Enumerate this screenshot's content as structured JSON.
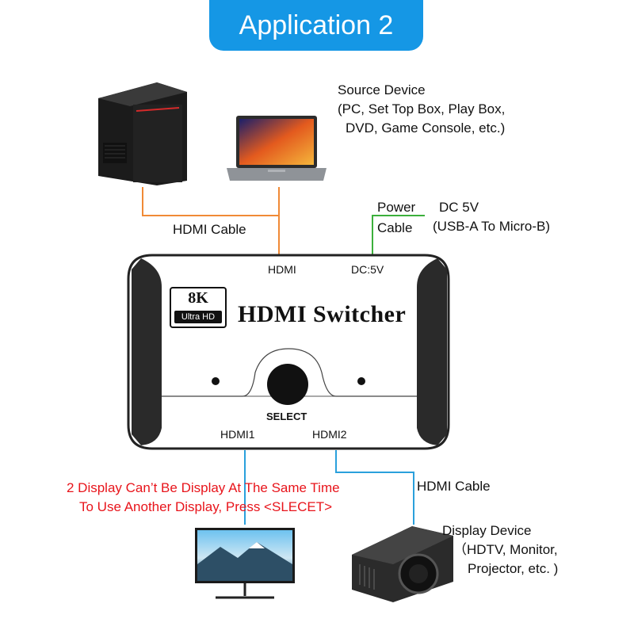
{
  "banner": {
    "title": "Application 2"
  },
  "source": {
    "title": "Source Device",
    "line2": "(PC, Set Top Box, Play Box,",
    "line3": "DVD, Game Console, etc.)"
  },
  "cable_top": "HDMI Cable",
  "power": {
    "line1": "Power",
    "line2": "Cable",
    "dc": "DC 5V",
    "usb": "(USB-A To Micro-B)"
  },
  "switcher": {
    "port_in": "HDMI",
    "port_dc": "DC:5V",
    "badge_top": "8K",
    "badge_bottom": "Ultra HD",
    "name": "HDMI Switcher",
    "select": "SELECT",
    "out1": "HDMI1",
    "out2": "HDMI2"
  },
  "cable_bottom": "HDMI Cable",
  "note": {
    "line1": "2 Display Can’t Be Display At The Same Time",
    "line2": "To Use Another Display, Press <SLECET>"
  },
  "display": {
    "title": "Display Device",
    "line2": "（HDTV, Monitor,",
    "line3": "Projector, etc. )"
  },
  "colors": {
    "banner": "#1597e5",
    "hdmi_in_line": "#f08a36",
    "power_line": "#3cb03c",
    "hdmi_out_line": "#2aa0dc",
    "note": "#e8141b"
  }
}
